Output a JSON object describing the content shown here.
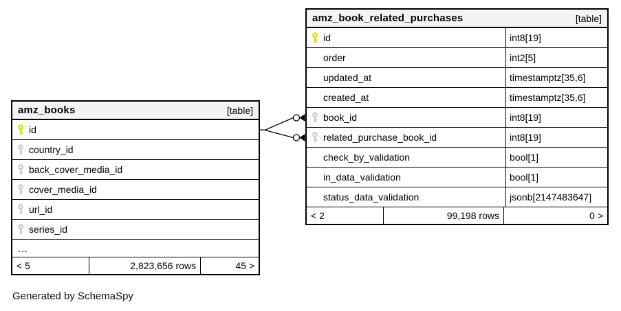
{
  "page": {
    "footer_note": "Generated by SchemaSpy"
  },
  "colors": {
    "primary_key": "#d8d800",
    "foreign_key": "#c9c9c9",
    "header_bg": "#f4f4f4",
    "border": "#000000"
  },
  "tables": [
    {
      "name": "amz_books",
      "badge": "[table]",
      "columns": [
        {
          "key": "primary",
          "name": "id",
          "type": null
        },
        {
          "key": "foreign",
          "name": "country_id",
          "type": null
        },
        {
          "key": "foreign",
          "name": "back_cover_media_id",
          "type": null
        },
        {
          "key": "foreign",
          "name": "cover_media_id",
          "type": null
        },
        {
          "key": "foreign",
          "name": "url_id",
          "type": null
        },
        {
          "key": "foreign",
          "name": "series_id",
          "type": null
        },
        {
          "key": "none",
          "name": "...",
          "type": null,
          "ellipsis": true
        }
      ],
      "footer": {
        "left": "< 5",
        "center": "2,823,656 rows",
        "right": "45 >"
      }
    },
    {
      "name": "amz_book_related_purchases",
      "badge": "[table]",
      "columns": [
        {
          "key": "primary",
          "name": "id",
          "type": "int8[19]"
        },
        {
          "key": "none",
          "name": "order",
          "type": "int2[5]"
        },
        {
          "key": "none",
          "name": "updated_at",
          "type": "timestamptz[35,6]"
        },
        {
          "key": "none",
          "name": "created_at",
          "type": "timestamptz[35,6]"
        },
        {
          "key": "foreign",
          "name": "book_id",
          "type": "int8[19]"
        },
        {
          "key": "foreign",
          "name": "related_purchase_book_id",
          "type": "int8[19]"
        },
        {
          "key": "none",
          "name": "check_by_validation",
          "type": "bool[1]"
        },
        {
          "key": "none",
          "name": "in_data_validation",
          "type": "bool[1]"
        },
        {
          "key": "none",
          "name": "status_data_validation",
          "type": "jsonb[2147483647]"
        }
      ],
      "footer": {
        "left": "< 2",
        "center": "99,198 rows",
        "right": "0 >"
      }
    }
  ],
  "relationships": [
    {
      "from_table": "amz_books",
      "from_column": "id",
      "to_table": "amz_book_related_purchases",
      "to_column": "book_id"
    },
    {
      "from_table": "amz_books",
      "from_column": "id",
      "to_table": "amz_book_related_purchases",
      "to_column": "related_purchase_book_id"
    }
  ]
}
